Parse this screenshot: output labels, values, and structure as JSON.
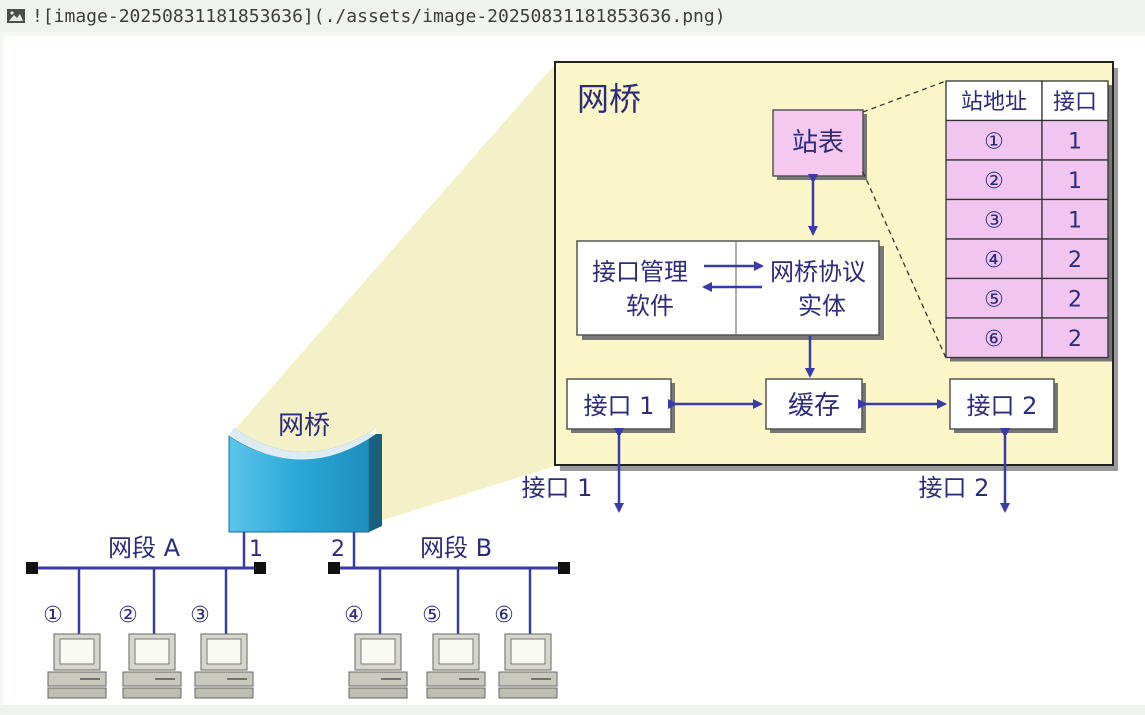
{
  "markdown_line": "![image-20250831181853636](./assets/image-20250831181853636.png)",
  "icons": {
    "image": "image-icon"
  },
  "colors": {
    "panel_bg": "#fbf6c8",
    "panel_border": "#222222",
    "table_fill": "#f0c6f0",
    "station_fill": "#f5c8f0",
    "line": "#3b3ba8",
    "bridge_blue": "#2aa7d8",
    "computer": "#cfcfc6"
  },
  "panel": {
    "title": "网桥"
  },
  "station_box": {
    "label": "站表"
  },
  "table": {
    "headers": [
      "站地址",
      "接口"
    ],
    "rows": [
      [
        "①",
        "1"
      ],
      [
        "②",
        "1"
      ],
      [
        "③",
        "1"
      ],
      [
        "④",
        "2"
      ],
      [
        "⑤",
        "2"
      ],
      [
        "⑥",
        "2"
      ]
    ]
  },
  "software_box": {
    "left_line1": "接口管理",
    "left_line2": "软件",
    "right_line1": "网桥协议",
    "right_line2": "实体"
  },
  "port1_box": {
    "label": "接口 1"
  },
  "buffer_box": {
    "label": "缓存"
  },
  "port2_box": {
    "label": "接口 2"
  },
  "port1_outside": {
    "label": "接口 1"
  },
  "port2_outside": {
    "label": "接口 2"
  },
  "bridge_device": {
    "label": "网桥",
    "port1": "1",
    "port2": "2"
  },
  "segment_a": {
    "label": "网段 A",
    "stations": [
      "①",
      "②",
      "③"
    ]
  },
  "segment_b": {
    "label": "网段 B",
    "stations": [
      "④",
      "⑤",
      "⑥"
    ]
  }
}
